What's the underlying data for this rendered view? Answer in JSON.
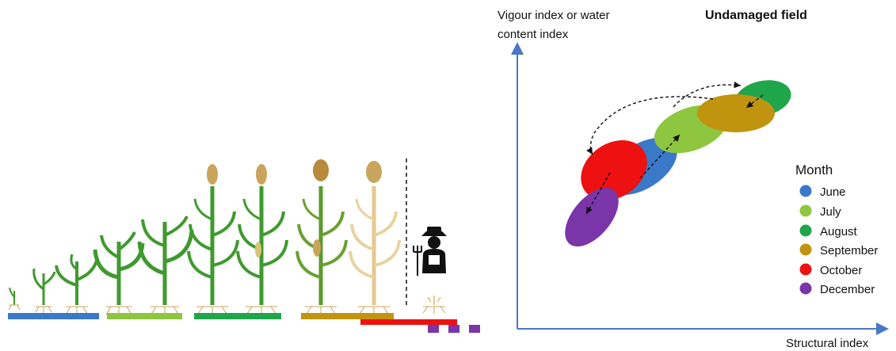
{
  "diagram": {
    "y_axis_label_line1": "Vigour index or water",
    "y_axis_label_line2": "content index",
    "title": "Undamaged field",
    "x_axis_label": "Structural index",
    "legend": {
      "title": "Month",
      "items": [
        {
          "label": "June",
          "color": "#3a78c8"
        },
        {
          "label": "July",
          "color": "#8ec63f"
        },
        {
          "label": "August",
          "color": "#1fa64a"
        },
        {
          "label": "September",
          "color": "#c19410"
        },
        {
          "label": "October",
          "color": "#ee1111"
        },
        {
          "label": "December",
          "color": "#7a35a8"
        }
      ]
    }
  },
  "colors": {
    "axis": "#4a78c4",
    "leaf_green": "#3f9a2e",
    "dry_plant": "#e8d3a0",
    "tassel": "#c9a45c"
  },
  "icons": [
    "maize-plant-icon",
    "farmer-icon",
    "pitchfork-icon"
  ]
}
